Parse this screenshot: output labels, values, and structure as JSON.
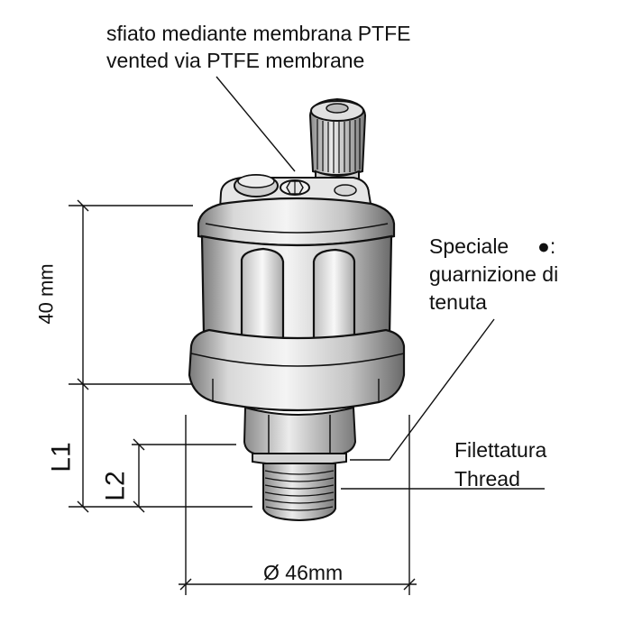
{
  "vent_note": {
    "italian": "sfiato mediante membrana PTFE",
    "english": "vented via PTFE membrane"
  },
  "seal_note": {
    "line1": "Speciale",
    "bullet": "●:",
    "line2": "guarnizione di",
    "line3": "tenuta"
  },
  "thread_note": {
    "italian": "Filettatura",
    "english": "Thread"
  },
  "dimensions": {
    "height": "40 mm",
    "L1": "L1",
    "L2": "L2",
    "diameter": "Ø 46mm"
  },
  "colors": {
    "line": "#111111",
    "background": "#ffffff"
  }
}
